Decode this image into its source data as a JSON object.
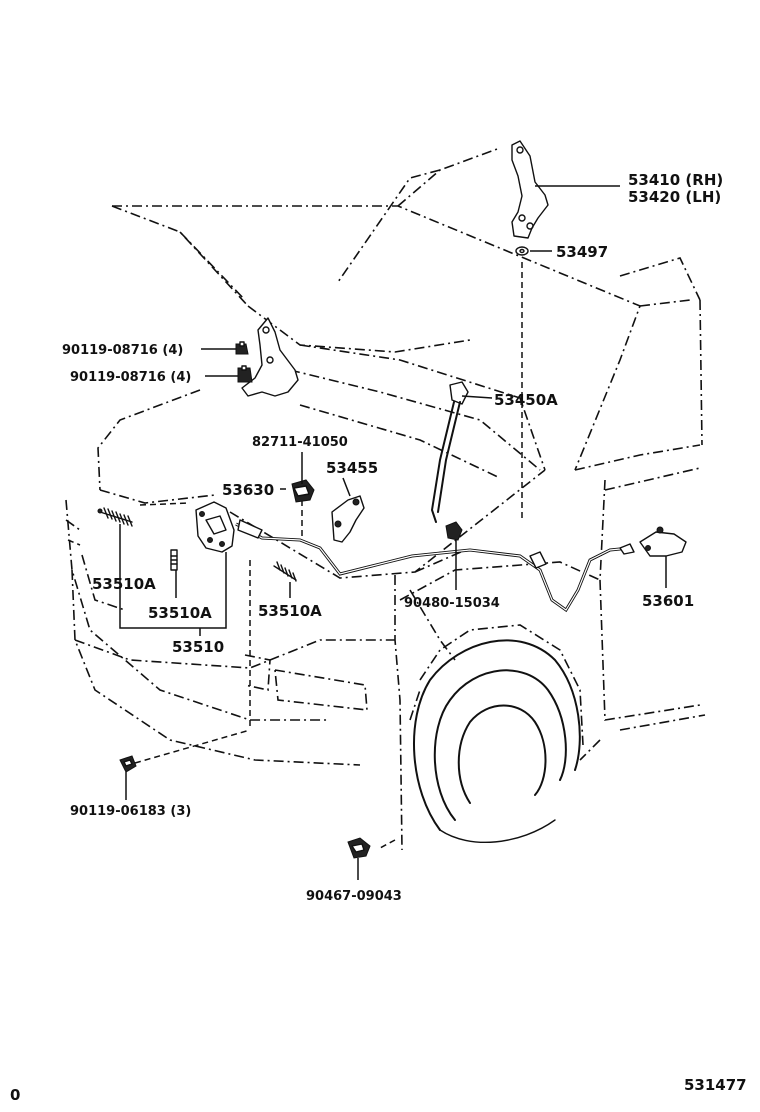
{
  "labels": {
    "hinge_rh": "53410 (RH)",
    "hinge_lh": "53420 (LH)",
    "washer": "53497",
    "hinge_bolt_upper": "90119-08716 (4)",
    "hinge_bolt_lower": "90119-08716 (4)",
    "support_rod": "53450A",
    "clip_82711": "82711-41050",
    "bracket_53455": "53455",
    "cable_53630": "53630",
    "clip_90480": "90480-15034",
    "lever_53601": "53601",
    "spring_left": "53510A",
    "spring_mid": "53510A",
    "spring_right": "53510A",
    "lock_assy": "53510",
    "bolt_lower": "90119-06183 (3)",
    "clamp_lower": "90467-09043",
    "corner_left": "0",
    "diagram_id": "531477"
  }
}
